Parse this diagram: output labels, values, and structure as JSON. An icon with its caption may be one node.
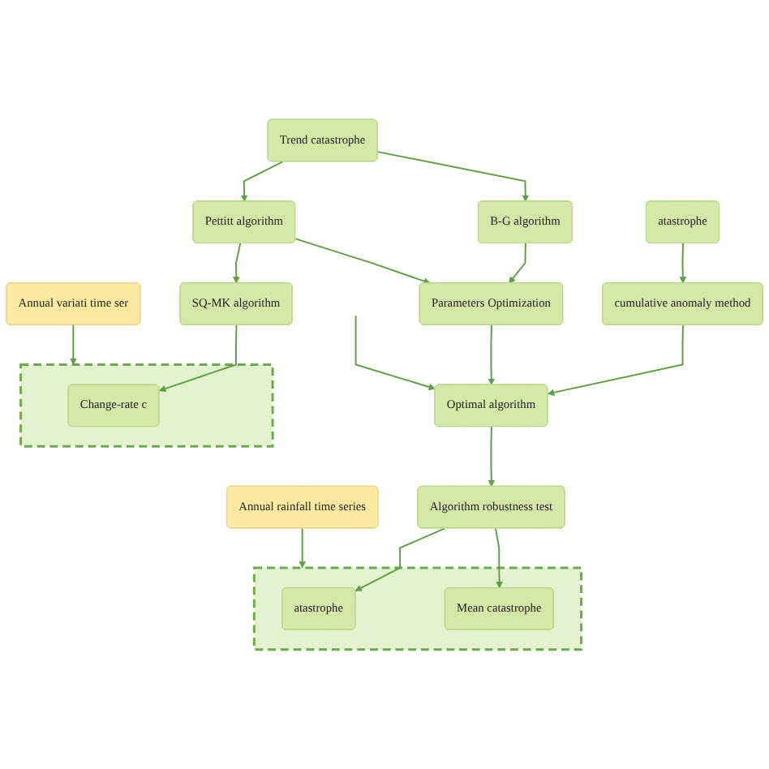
{
  "diagram": {
    "nodes": [
      {
        "text": [
          "atastrophe"
        ]
      },
      {
        "text": [
          "Trend catastrophe"
        ]
      },
      {
        "text": [
          "B-G algorithm"
        ]
      },
      {
        "text": [
          "Pettitt algorithm"
        ]
      },
      {
        "text": [
          "cumulative anomaly method"
        ]
      },
      {
        "text": [
          "Parameters Optimization"
        ]
      },
      {
        "text": [
          "SQ-MK algorithm"
        ]
      },
      {
        "text": [
          "Optimal algorithm"
        ]
      },
      {
        "text": [
          "Algorithm robustness test"
        ]
      },
      {
        "text": [],
        "shape": "box"
      },
      {
        "text": [
          "atastrophe"
        ],
        "in": 9
      },
      {
        "text": [
          "Mean catastrophe"
        ],
        "in": 9
      },
      {
        "text": [],
        "shape": "box"
      },
      {
        "text": [
          "Change-rate c"
        ],
        "in": 12
      },
      {
        "text": [
          "Annual rainfall time series"
        ]
      },
      {
        "text": [
          "Annual variati time ser"
        ]
      }
    ],
    "edges": [
      {
        "from": 0,
        "to": 4,
        "arrow": "to"
      },
      {
        "from": 1,
        "to": 2,
        "arrow": "to"
      },
      {
        "from": 1,
        "to": 3,
        "arrow": "to"
      },
      {
        "from": 2,
        "to": 5,
        "arrow": "to"
      },
      {
        "from": 3,
        "to": 5,
        "arrow": "to"
      },
      {
        "from": 3,
        "to": 6,
        "arrow": "to"
      },
      {
        "from": 4,
        "to": 7,
        "arrow": "to"
      },
      {
        "from": 5,
        "to": 7,
        "arrow": "to"
      },
      {
        "from": null,
        "to": 7,
        "arrow": "to"
      },
      {
        "from": 7,
        "to": 8,
        "arrow": "to"
      },
      {
        "from": 8,
        "to": 10,
        "arrow": "to"
      },
      {
        "from": 8,
        "to": 11,
        "arrow": "to"
      },
      {
        "from": 6,
        "to": 13,
        "arrow": "to"
      },
      {
        "from": 14,
        "to": 9,
        "arrow": "to"
      },
      {
        "from": 15,
        "to": 12,
        "arrow": "to"
      }
    ]
  }
}
